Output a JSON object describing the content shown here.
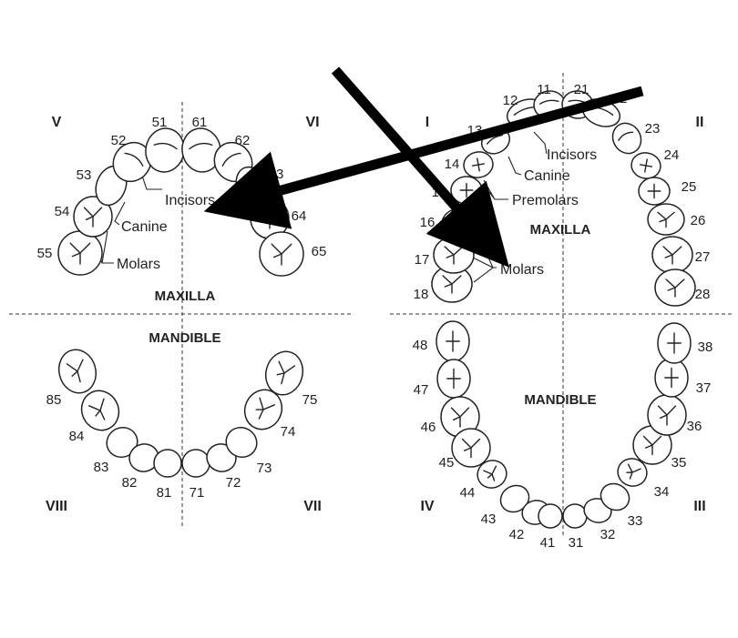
{
  "colors": {
    "ink": "#222222",
    "arrow": "#000000",
    "background": "#ffffff"
  },
  "left_chart": {
    "quadrants": {
      "upper_left": "V",
      "upper_right": "VI",
      "lower_left": "VIII",
      "lower_right": "VII"
    },
    "upper_title": "MAXILLA",
    "lower_title": "MANDIBLE",
    "labels": {
      "incisors": "Incisors",
      "canine": "Canine",
      "molars": "Molars"
    },
    "upper_teeth": [
      "55",
      "54",
      "53",
      "52",
      "51",
      "61",
      "62",
      "63",
      "64",
      "65"
    ],
    "lower_teeth": [
      "85",
      "84",
      "83",
      "82",
      "81",
      "71",
      "72",
      "73",
      "74",
      "75"
    ]
  },
  "right_chart": {
    "quadrants": {
      "upper_left": "I",
      "upper_right": "II",
      "lower_left": "IV",
      "lower_right": "III"
    },
    "upper_title": "MAXILLA",
    "lower_title": "MANDIBLE",
    "labels": {
      "incisors": "Incisors",
      "canine": "Canine",
      "premolars": "Premolars",
      "molars": "Molars"
    },
    "upper_teeth": [
      "18",
      "17",
      "16",
      "15",
      "14",
      "13",
      "12",
      "11",
      "21",
      "22",
      "23",
      "24",
      "25",
      "26",
      "27",
      "28"
    ],
    "lower_teeth": [
      "48",
      "47",
      "46",
      "45",
      "44",
      "43",
      "42",
      "41",
      "31",
      "32",
      "33",
      "34",
      "35",
      "36",
      "37",
      "38"
    ]
  }
}
